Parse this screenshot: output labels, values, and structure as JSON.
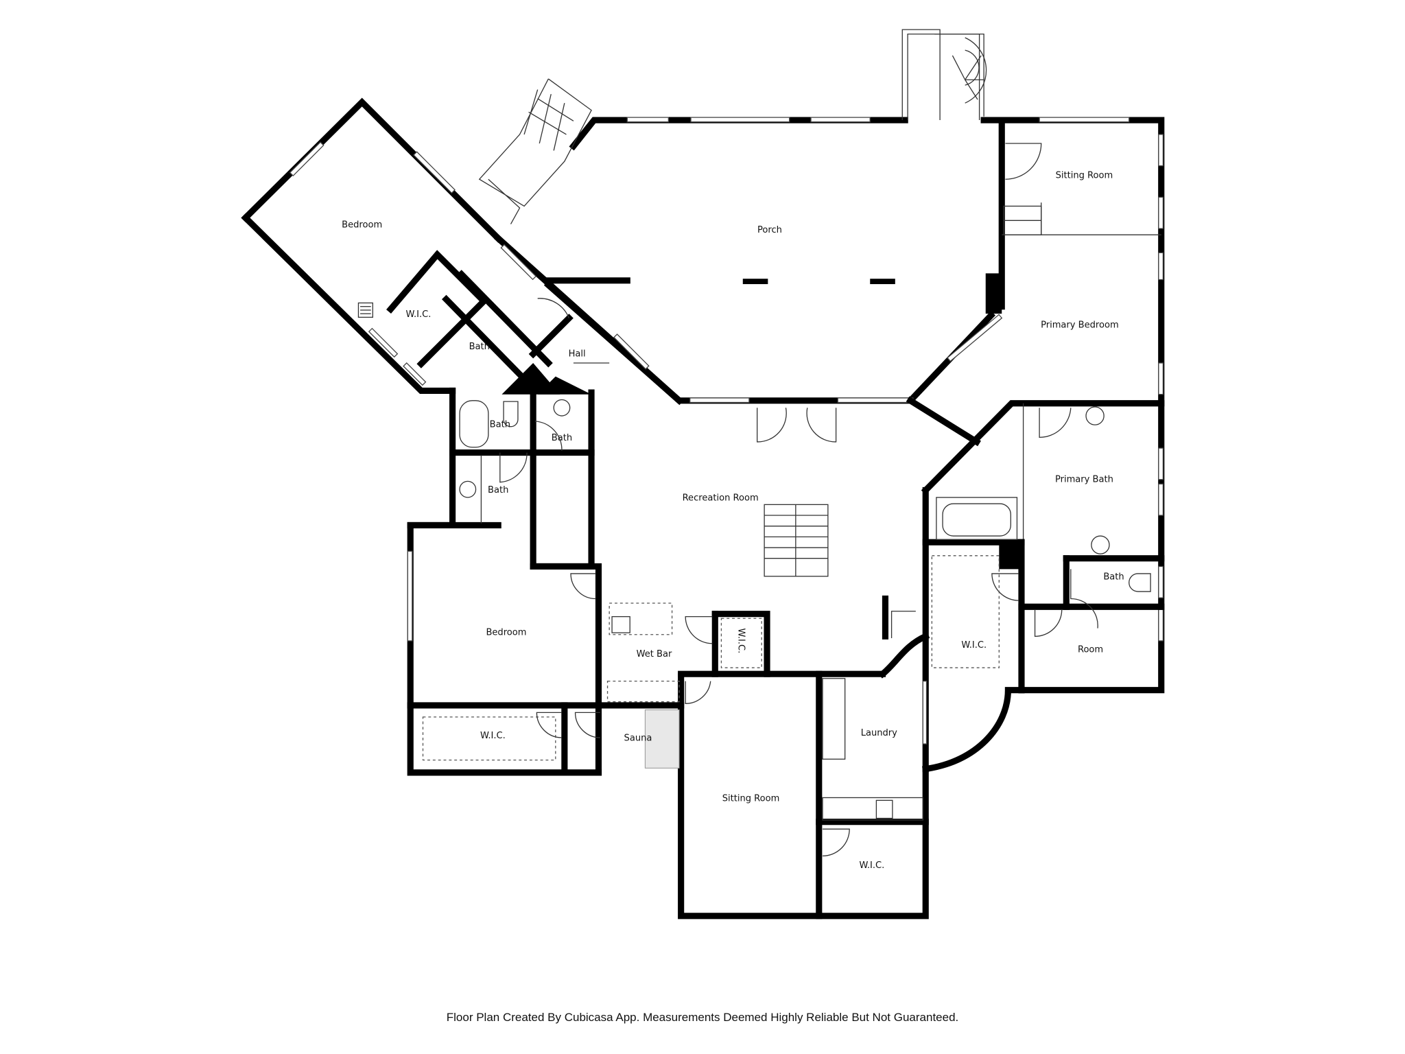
{
  "plan": {
    "rooms": {
      "bedroom_nw": "Bedroom",
      "wic_nw": "W.I.C.",
      "bath_nw": "Bath",
      "hall": "Hall",
      "porch": "Porch",
      "sitting_room_ne": "Sitting Room",
      "primary_bedroom": "Primary Bedroom",
      "bath_a": "Bath",
      "bath_b": "Bath",
      "bath_c": "Bath",
      "recreation_room": "Recreation Room",
      "primary_bath": "Primary Bath",
      "bath_primary_wc": "Bath",
      "room": "Room",
      "wic_primary": "W.I.C.",
      "bedroom_sw": "Bedroom",
      "wic_sw": "W.I.C.",
      "wet_bar": "Wet Bar",
      "wic_small": "W.I.C.",
      "sauna": "Sauna",
      "sitting_room_s": "Sitting Room",
      "laundry": "Laundry",
      "wic_s": "W.I.C."
    }
  },
  "footer": {
    "disclaimer": "Floor Plan Created By Cubicasa App. Measurements Deemed Highly Reliable But Not Guaranteed."
  }
}
